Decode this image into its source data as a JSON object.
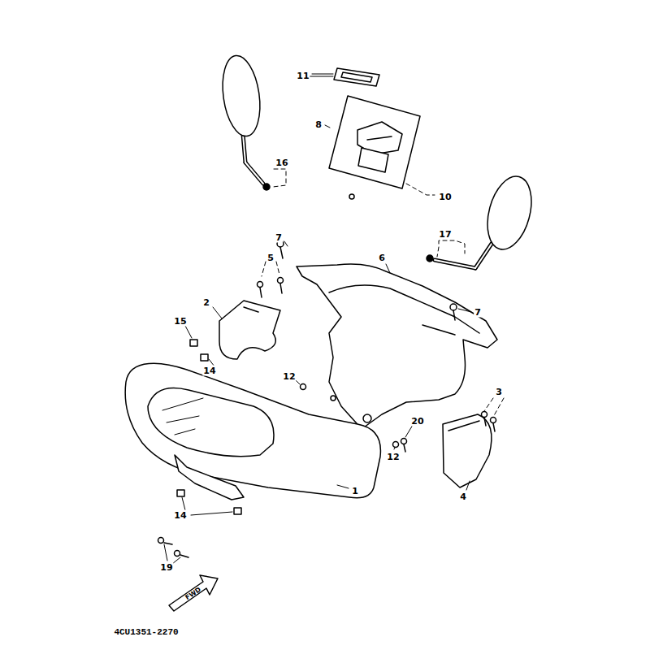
{
  "diagram": {
    "labels": [
      "11",
      "8",
      "16",
      "10",
      "7",
      "17",
      "5",
      "6",
      "2",
      "7",
      "15",
      "14",
      "12",
      "3",
      "20",
      "12",
      "4",
      "1",
      "14",
      "19",
      "FWD",
      "4CU1351-2270"
    ]
  }
}
